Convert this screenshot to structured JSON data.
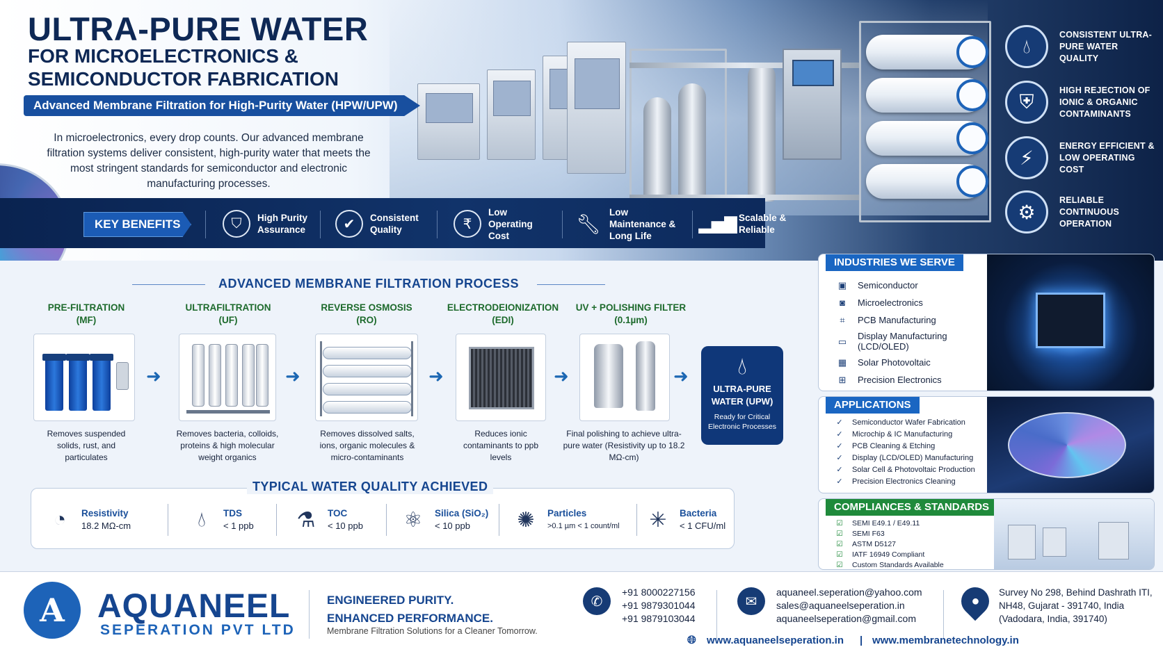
{
  "hero": {
    "title": "ULTRA-PURE WATER",
    "subtitle_line1": "FOR MICROELECTRONICS &",
    "subtitle_line2": "SEMICONDUCTOR FABRICATION",
    "ribbon": "Advanced Membrane Filtration for High-Purity Water (HPW/UPW)",
    "intro": "In microelectronics, every drop counts. Our advanced membrane filtration systems deliver consistent, high-purity water that meets the most stringent standards for semiconductor and electronic manufacturing processes."
  },
  "benefits": {
    "label": "KEY BENEFITS",
    "items": [
      {
        "icon": "shield-drop-icon",
        "text": "High Purity Assurance"
      },
      {
        "icon": "badge-check-icon",
        "text": "Consistent Quality"
      },
      {
        "icon": "rupee-icon",
        "text": "Low Operating Cost"
      },
      {
        "icon": "wrench-icon",
        "text": "Low Maintenance & Long Life"
      },
      {
        "icon": "growth-chart-icon",
        "text": "Scalable & Reliable"
      }
    ]
  },
  "features": [
    {
      "icon": "water-drop-icon",
      "text": "CONSISTENT ULTRA-PURE WATER QUALITY"
    },
    {
      "icon": "shield-check-icon",
      "text": "HIGH REJECTION OF IONIC & ORGANIC CONTAMINANTS"
    },
    {
      "icon": "lightning-icon",
      "text": "ENERGY EFFICIENT & LOW OPERATING COST"
    },
    {
      "icon": "gear-icon",
      "text": "RELIABLE CONTINUOUS OPERATION"
    }
  ],
  "process": {
    "title": "ADVANCED MEMBRANE FILTRATION PROCESS",
    "steps": [
      {
        "name": "PRE-FILTRATION",
        "abbr": "(MF)",
        "desc": "Removes suspended solids, rust, and particulates"
      },
      {
        "name": "ULTRAFILTRATION",
        "abbr": "(UF)",
        "desc": "Removes bacteria, colloids, proteins & high molecular weight organics"
      },
      {
        "name": "REVERSE OSMOSIS",
        "abbr": "(RO)",
        "desc": "Removes dissolved salts, ions, organic molecules & micro-contaminants"
      },
      {
        "name": "ELECTRODEIONIZATION",
        "abbr": "(EDI)",
        "desc": "Reduces ionic contaminants to ppb levels"
      },
      {
        "name": "UV + POLISHING FILTER",
        "abbr": "(0.1µm)",
        "desc": "Final polishing to achieve ultra-pure water (Resistivity up to 18.2 MΩ-cm)"
      }
    ],
    "result_title": "ULTRA-PURE WATER (UPW)",
    "result_sub": "Ready for Critical Electronic Processes"
  },
  "quality": {
    "title": "TYPICAL WATER QUALITY ACHIEVED",
    "items": [
      {
        "icon": "gauge-icon",
        "label": "Resistivity",
        "value": "18.2 MΩ-cm"
      },
      {
        "icon": "drop-icon",
        "label": "TDS",
        "value": "< 1 ppb"
      },
      {
        "icon": "flask-icon",
        "label": "TOC",
        "value": "< 10 ppb"
      },
      {
        "icon": "molecule-icon",
        "label": "Silica (SiO₂)",
        "value": "< 10 ppb"
      },
      {
        "icon": "particles-icon",
        "label": "Particles",
        "value": ">0.1 µm < 1 count/ml"
      },
      {
        "icon": "bacteria-icon",
        "label": "Bacteria",
        "value": "< 1 CFU/ml"
      }
    ]
  },
  "industries": {
    "title": "INDUSTRIES WE SERVE",
    "items": [
      "Semiconductor",
      "Microelectronics",
      "PCB Manufacturing",
      "Display Manufacturing (LCD/OLED)",
      "Solar Photovoltaic",
      "Precision Electronics"
    ]
  },
  "applications": {
    "title": "APPLICATIONS",
    "items": [
      "Semiconductor Wafer Fabrication",
      "Microchip & IC Manufacturing",
      "PCB Cleaning & Etching",
      "Display (LCD/OLED) Manufacturing",
      "Solar Cell & Photovoltaic Production",
      "Precision Electronics Cleaning"
    ]
  },
  "compliances": {
    "title": "COMPLIANCES & STANDARDS",
    "items": [
      "SEMI E49.1 / E49.11",
      "SEMI F63",
      "ASTM D5127",
      "IATF 16949 Compliant",
      "Custom Standards Available"
    ]
  },
  "footer": {
    "logo_letter": "A",
    "brand": "AQUANEEL",
    "brand_sub": "SEPERATION PVT LTD",
    "tagline1": "ENGINEERED PURITY.",
    "tagline2": "ENHANCED PERFORMANCE.",
    "tagline3": "Membrane Filtration Solutions for a Cleaner Tomorrow.",
    "phones": [
      "+91 8000227156",
      "+91 9879301044",
      "+91 9879103044"
    ],
    "emails": [
      "aquaneel.seperation@yahoo.com",
      "sales@aquaneelseperation.in",
      "aquaneelseperation@gmail.com"
    ],
    "address": [
      "Survey No 298, Behind Dashrath ITI,",
      "NH48, Gujarat - 391740, India",
      "(Vadodara, India, 391740)"
    ],
    "website1": "www.aquaneelseperation.in",
    "website_sep": "|",
    "website2": "www.membranetechnology.in"
  },
  "colors": {
    "navy": "#0e2855",
    "blue": "#1d63b8",
    "green": "#1d6a2c"
  }
}
